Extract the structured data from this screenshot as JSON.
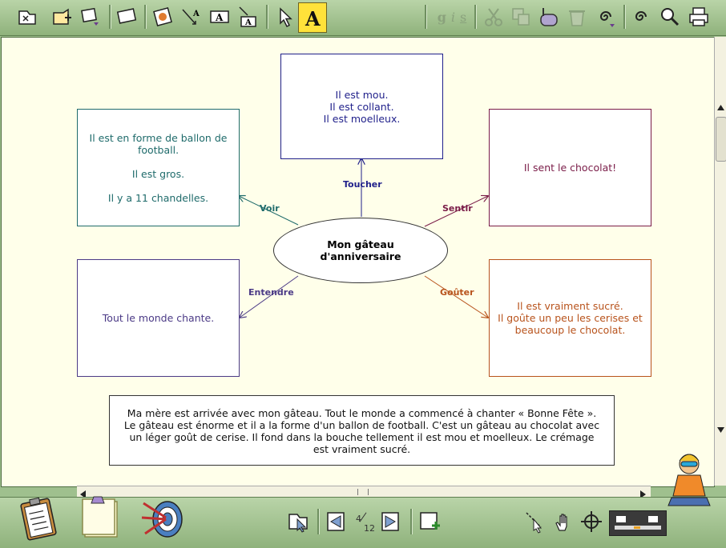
{
  "toolbar": {
    "format": {
      "g": "g",
      "i": "i",
      "s": "s"
    }
  },
  "map": {
    "centre": "Mon gâteau\nd'anniversaire",
    "branches": {
      "toucher": {
        "label": "Toucher",
        "text": "Il est mou.\nIl est collant.\nIl est moelleux.",
        "color": "#1f1f8a"
      },
      "voir": {
        "label": "Voir",
        "text": "Il est en forme de ballon de football.\n\nIl est gros.\n\nIl y a 11 chandelles.",
        "color": "#1f6b6b"
      },
      "sentir": {
        "label": "Sentir",
        "text": "Il sent le chocolat!",
        "color": "#7a1c48"
      },
      "entendre": {
        "label": "Entendre",
        "text": "Tout le monde chante.",
        "color": "#4b3a86"
      },
      "gouter": {
        "label": "Goûter",
        "text": "Il est vraiment sucré.\nIl goûte un peu les cerises et beaucoup le chocolat.",
        "color": "#b8531c"
      }
    }
  },
  "story": "Ma mère est arrivée avec mon gâteau. Tout le monde a commencé à chanter « Bonne Fête ». Le gâteau est énorme et il a la forme d'un ballon de football. C'est un gâteau au chocolat avec un léger goût de cerise. Il fond dans la bouche tellement il est mou et moelleux. Le crémage est vraiment sucré.",
  "pager": {
    "current": "4",
    "total": "12"
  },
  "colors": {
    "toolbar": "#a7c795",
    "canvas": "#ffffea"
  }
}
